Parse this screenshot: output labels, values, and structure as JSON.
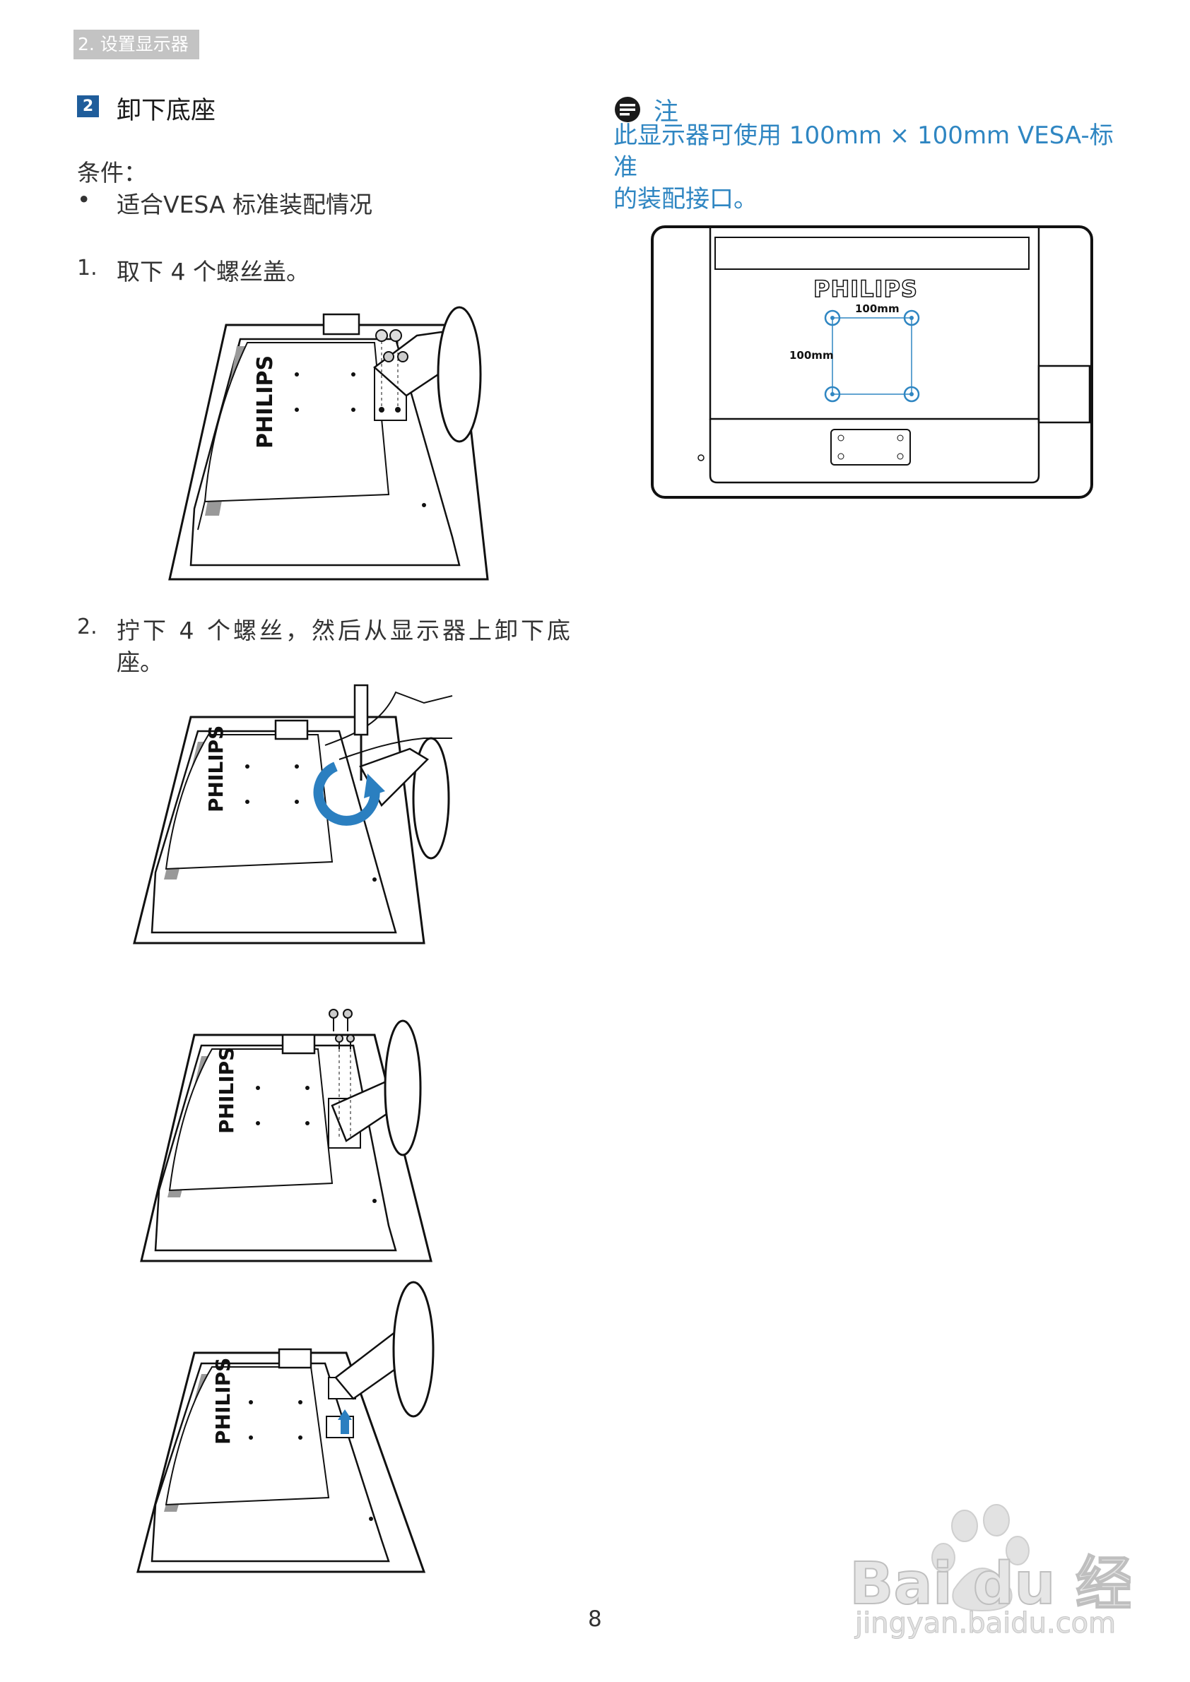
{
  "header": {
    "tab_label": "2. 设置显示器"
  },
  "section": {
    "number": "2",
    "title": "卸下底座"
  },
  "conditions": {
    "heading": "条件：",
    "bullet": "•",
    "item": "适合VESA 标准装配情况"
  },
  "steps": [
    {
      "num": "1.",
      "text": "取下 4 个螺丝盖。"
    },
    {
      "num": "2.",
      "line1": "拧下 4 个螺丝，然后从显示器上卸下底",
      "line2": "座。"
    }
  ],
  "note": {
    "title": "注",
    "line1": "此显示器可使用 100mm × 100mm VESA-标准",
    "line2": "的装配接口。"
  },
  "illustrations": {
    "brand": "PHILIPS",
    "vesa_h": "100mm",
    "vesa_v": "100mm"
  },
  "page_number": "8",
  "watermark": {
    "logo_text": "Bai du 经验",
    "url": "jingyan.baidu.com"
  },
  "colors": {
    "accent": "#2f86c2",
    "section_box": "#1f5d9b",
    "arrow": "#2b7fc0"
  }
}
